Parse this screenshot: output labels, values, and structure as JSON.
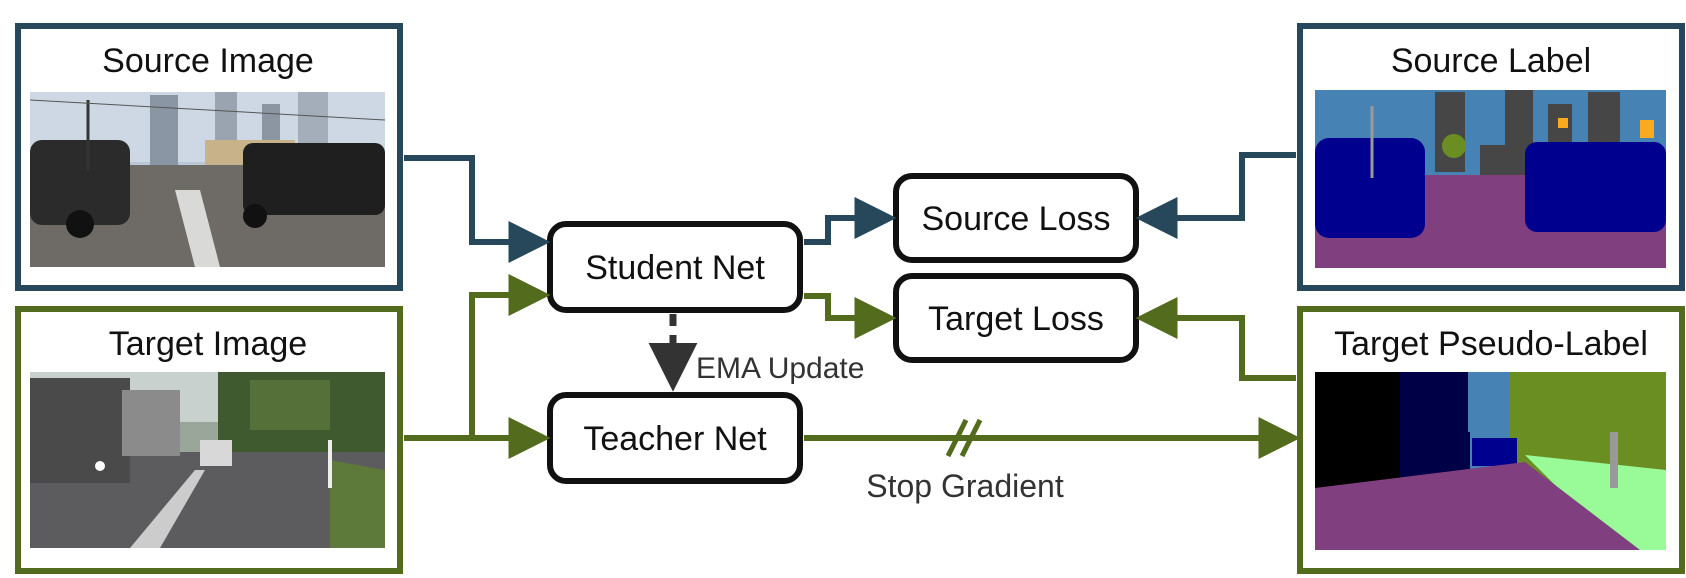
{
  "panels": {
    "source_image": "Source Image",
    "target_image": "Target Image",
    "source_label": "Source Label",
    "target_pseudo_label": "Target Pseudo-Label"
  },
  "nodes": {
    "student": "Student Net",
    "teacher": "Teacher Net",
    "source_loss": "Source Loss",
    "target_loss": "Target Loss"
  },
  "annotations": {
    "ema": "EMA Update",
    "stop_gradient": "Stop Gradient"
  },
  "colors": {
    "source": "#27485a",
    "target": "#526b1c",
    "node_border": "#111111",
    "ema_arrow": "#333333"
  }
}
